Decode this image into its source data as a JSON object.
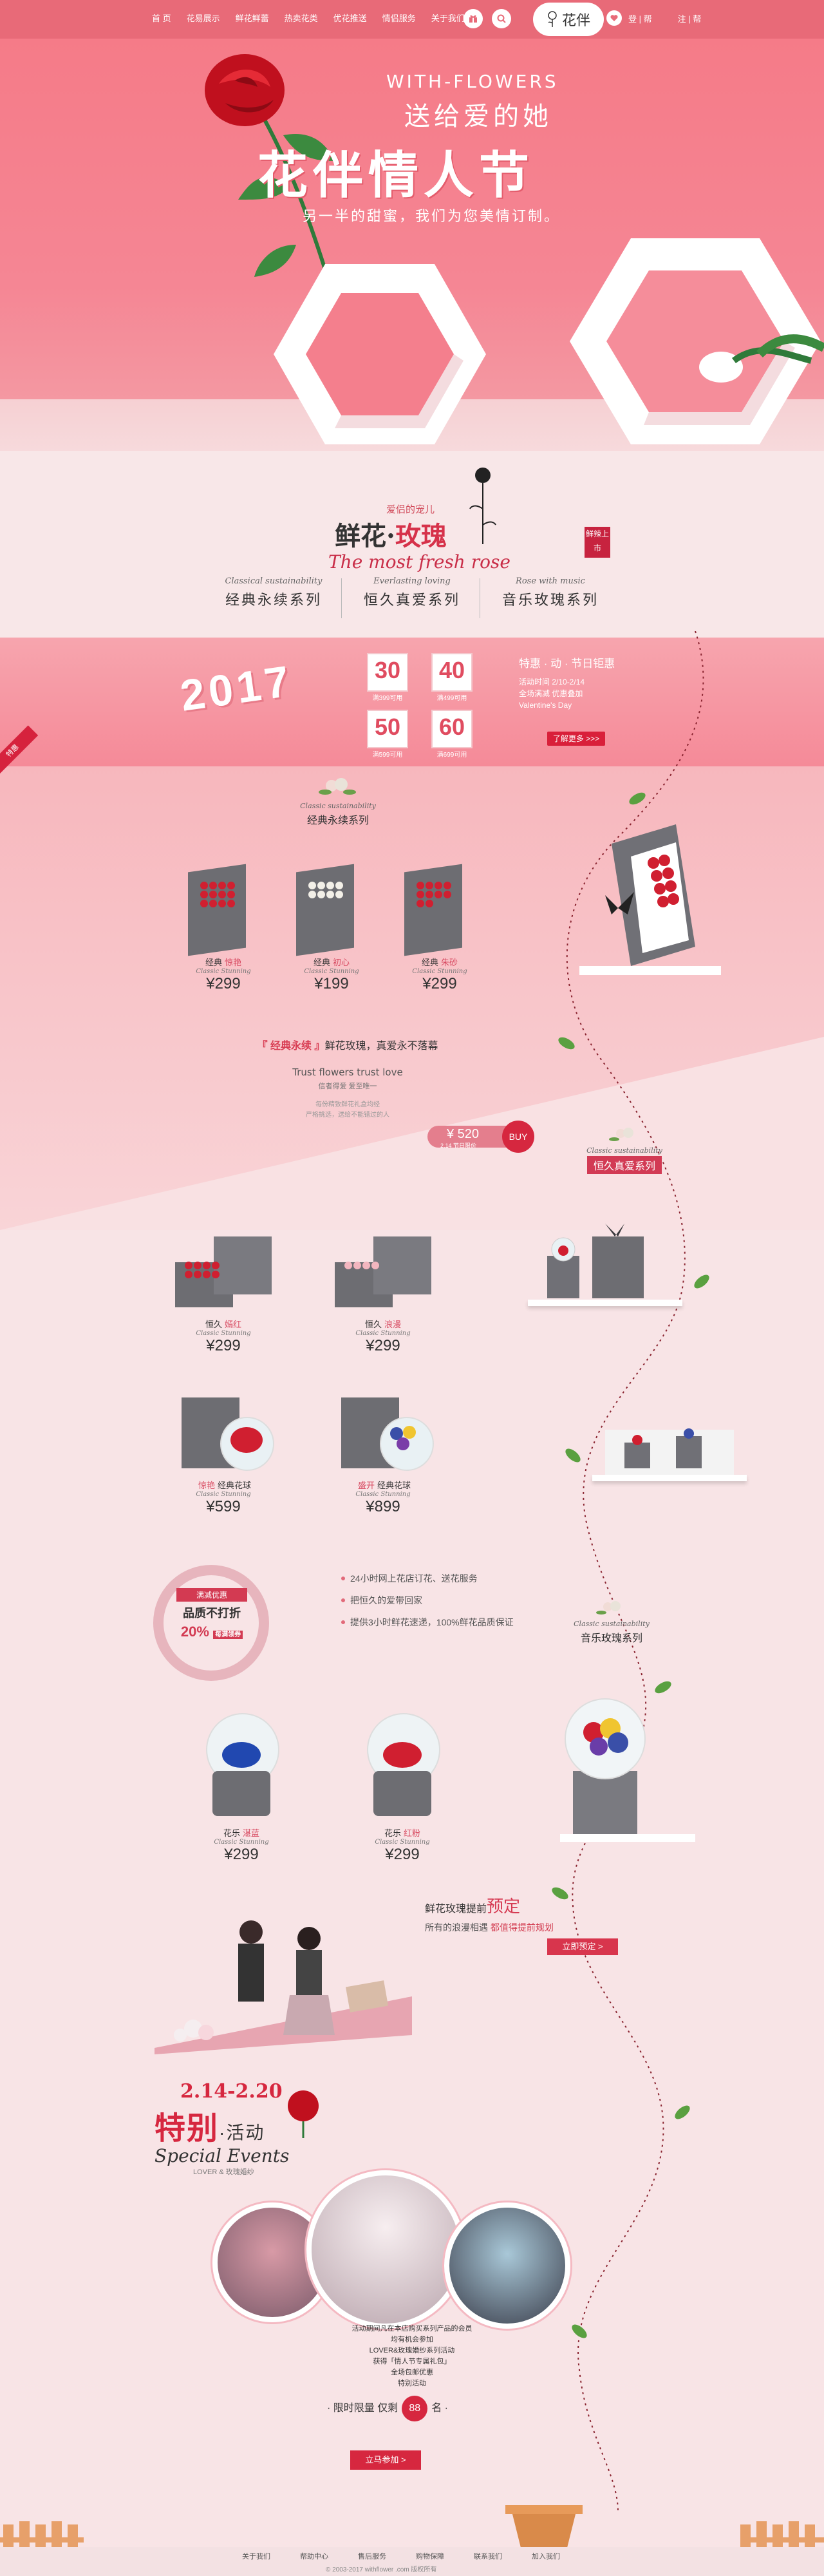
{
  "nav": {
    "menu": [
      "首 页",
      "花易展示",
      "鲜花鲜蕾",
      "热卖花类",
      "优花推送",
      "情侣服务",
      "关于我们"
    ],
    "brand": "花伴",
    "login": "登 | 帮",
    "cart": "注 | 帮"
  },
  "hero": {
    "line1": "WITH-FLOWERS",
    "line2": "送给爱的她",
    "title": "花伴情人节",
    "slogan": "另一半的甜蜜，我们为您美情订制。"
  },
  "intro": {
    "sub": "爱侣的宠儿",
    "main_a": "鲜花",
    "main_b": "玫瑰",
    "en": "The most fresh rose",
    "tag": "鲜辣上市",
    "cats": [
      {
        "en": "Classical sustainability",
        "zh": "经典永续系列"
      },
      {
        "en": "Everlasting loving",
        "zh": "恒久真爱系列"
      },
      {
        "en": "Rose with music",
        "zh": "音乐玫瑰系列"
      }
    ]
  },
  "promo": {
    "year": "2017",
    "coupons": [
      {
        "v": "30",
        "l": "满399可用"
      },
      {
        "v": "40",
        "l": "满499可用"
      },
      {
        "v": "50",
        "l": "满599可用"
      },
      {
        "v": "60",
        "l": "满699可用"
      }
    ],
    "head": "特惠 · 动 · 节日钜惠",
    "lines": [
      "活动时间 2/10-2/14",
      "全场满减 优惠叠加",
      "Valentine's Day"
    ],
    "btn": "了解更多 >>>"
  },
  "corner": "特惠",
  "series1": {
    "en": "Classic sustainability",
    "zh": "经典永续系列",
    "products": [
      {
        "a": "经典",
        "b": "惊艳",
        "en": "Classic Stunning",
        "price": "¥299"
      },
      {
        "a": "经典",
        "b": "初心",
        "en": "Classic Stunning",
        "price": "¥199"
      },
      {
        "a": "经典",
        "b": "朱砂",
        "en": "Classic Stunning",
        "price": "¥299"
      }
    ]
  },
  "feature": {
    "h_a": "『 经典永续 』",
    "h_b": "鲜花玫瑰，真爱永不落幕",
    "s": "Trust flowers trust love",
    "s2": "信者得爱 爱至唯一",
    "s3": [
      "每份精致鲜花礼盒均经",
      "严格挑选，送给不能错过的人"
    ]
  },
  "pricetag": {
    "price": "¥ 520",
    "sub": "2.14 节日限价",
    "buy": "BUY"
  },
  "series2": {
    "en": "Classic sustainability",
    "zh": "恒久真爱系列",
    "products": [
      {
        "a": "恒久",
        "b": "嫣红",
        "en": "Classic Stunning",
        "price": "¥299"
      },
      {
        "a": "恒久",
        "b": "浪漫",
        "en": "Classic Stunning",
        "price": "¥299"
      },
      {
        "a": "惊艳",
        "b": "经典花球",
        "en": "Classic Stunning",
        "price": "¥599"
      },
      {
        "a": "盛开",
        "b": "经典花球",
        "en": "Classic Stunning",
        "price": "¥899"
      }
    ]
  },
  "wreath": {
    "a": "满减优惠",
    "b": "品质不打折",
    "c": "20%",
    "d": "每满领券"
  },
  "service": [
    "24小时网上花店订花、送花服务",
    "把恒久的爱带回家",
    "提供3小时鲜花速递，100%鲜花品质保证"
  ],
  "series3": {
    "en": "Classic sustainability",
    "zh": "音乐玫瑰系列",
    "products": [
      {
        "a": "花乐",
        "b": "湛蓝",
        "en": "Classic Stunning",
        "price": "¥299"
      },
      {
        "a": "花乐",
        "b": "红粉",
        "en": "Classic Stunning",
        "price": "¥299"
      }
    ]
  },
  "preorder": {
    "h": "鲜花玫瑰提前",
    "hb": "预定",
    "s_a": "所有的浪漫相遇",
    "s_b": "都值得提前规划",
    "btn": "立即预定 >"
  },
  "event": {
    "date": "2.14-2.20",
    "main": "特别",
    "sub": "·活动",
    "en": "Special Events",
    "line": "LOVER & 玫瑰婚纱"
  },
  "rules": [
    "活动期间凡在本店购买系列产品的会员",
    "均有机会参加",
    "LOVER&玫瑰婚纱系列活动",
    "获得「情人节专属礼包」",
    "全场包邮优惠",
    "特别活动"
  ],
  "limited": {
    "a": "· 限时限量 仅剩",
    "n": "88",
    "b": "名 ·"
  },
  "join": "立马参加 >",
  "footer": {
    "links": [
      "关于我们",
      "帮助中心",
      "售后服务",
      "购物保障",
      "联系我们",
      "加入我们"
    ],
    "copy": "© 2003-2017 withflower .com 版权所有"
  },
  "colors": {
    "accent": "#e86a78",
    "red": "#d6273f",
    "pink_bg": "#f8e4e6"
  }
}
